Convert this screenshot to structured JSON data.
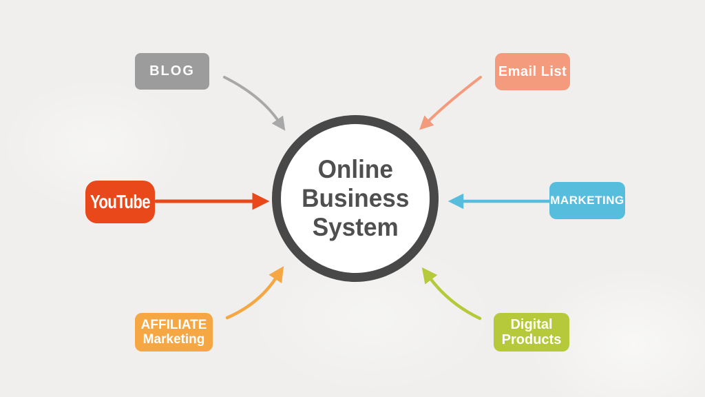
{
  "diagram_title": "Online Business System",
  "background_color": "#f0efed",
  "center": {
    "line1": "Online",
    "line2": "Business",
    "line3": "System",
    "fill": "#ffffff",
    "border_color": "#484848",
    "text_color": "#4f4f4f"
  },
  "nodes": {
    "blog": {
      "label": "BLOG",
      "color": "#9c9c9c",
      "text_color": "#ffffff"
    },
    "email_list": {
      "label": "Email List",
      "color": "#f49b7d",
      "text_color": "#ffffff"
    },
    "youtube": {
      "label": "YouTube",
      "color": "#e8481a",
      "text_color": "#ffffff"
    },
    "marketing": {
      "label": "MARKETING",
      "color": "#56bedc",
      "text_color": "#ffffff"
    },
    "affiliate_marketing": {
      "line1": "AFFILIATE",
      "line2": "Marketing",
      "color": "#f5a743",
      "text_color": "#ffffff"
    },
    "digital_products": {
      "line1": "Digital",
      "line2": "Products",
      "color": "#b5c93a",
      "text_color": "#ffffff"
    }
  },
  "arrows": {
    "blog": {
      "from": "blog",
      "to": "center",
      "color": "#a8a8a8"
    },
    "email_list": {
      "from": "email_list",
      "to": "center",
      "color": "#f49b7d"
    },
    "youtube": {
      "from": "youtube",
      "to": "center",
      "color": "#e8481a"
    },
    "marketing": {
      "from": "marketing",
      "to": "center",
      "color": "#56bedc"
    },
    "affiliate_marketing": {
      "from": "affiliate_marketing",
      "to": "center",
      "color": "#f5a743"
    },
    "digital_products": {
      "from": "digital_products",
      "to": "center",
      "color": "#b5c93a"
    }
  }
}
